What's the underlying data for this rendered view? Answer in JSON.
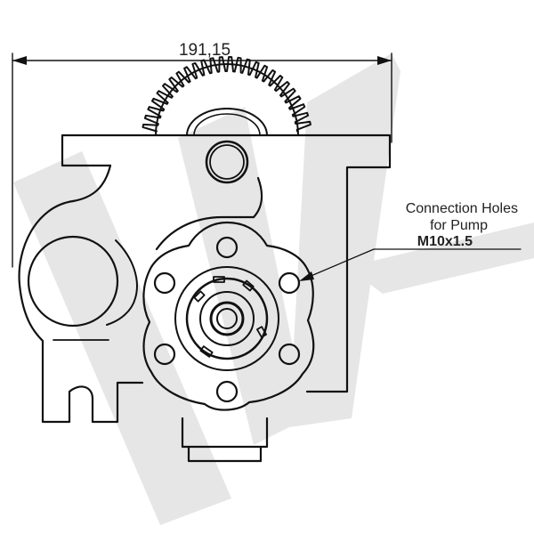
{
  "dimension": {
    "value": "191,15"
  },
  "callout": {
    "line1": "Connection Holes",
    "line2": "for Pump",
    "line3": "M10x1.5"
  },
  "colors": {
    "stroke": "#111111",
    "watermark": "#e6e6e6",
    "background": "#ffffff"
  },
  "watermark": {
    "description_icon": "w-logo-watermark"
  }
}
